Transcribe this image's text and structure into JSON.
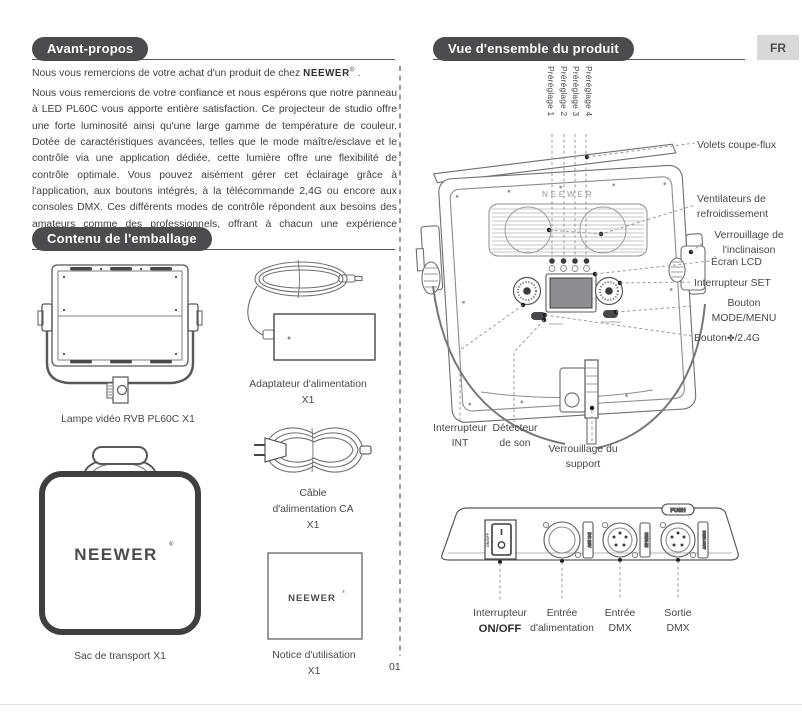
{
  "page": {
    "number": "01",
    "lang_badge": "FR"
  },
  "colors": {
    "header_pill": "#4c4c4e",
    "badge_bg": "#d9d9d9",
    "body_text": "#3e3e40",
    "line_art": "#6f6f71",
    "lcd_fill": "#8e8e90"
  },
  "left": {
    "section_foreword": {
      "title": "Avant-propos",
      "para1_prefix": "Nous vous remercions de votre achat d'un produit de chez",
      "brand": "NEEWER",
      "registered": "®",
      "para1_suffix": ".",
      "para2": "Nous vous remercions de votre confiance et nous espérons que notre panneau à LED PL60C vous apporte entière satisfaction. Ce projecteur de studio offre une forte luminosité ainsi qu'une large gamme de température de couleur. Dotée de caractéristiques avancées, telles que le mode maître/esclave et le contrôle via une application dédiée, cette lumière offre une flexibilité de contrôle optimale. Vous pouvez aisément gérer cet éclairage grâce à l'application, aux boutons intégrés, à la télécommande 2,4G ou encore aux consoles DMX. Ces différents modes de contrôle répondent aux besoins des amateurs comme des professionnels, offrant à chacun une expérience d'éclairage exceptionnelle."
    },
    "section_packing": {
      "title": "Contenu de l'emballage",
      "lamp_caption": "Lampe vidéo RVB PL60C X1",
      "adapter_caption": [
        "Adaptateur d'alimentation",
        "X1"
      ],
      "cable_caption": [
        "Câble",
        "d'alimentation CA",
        "X1"
      ],
      "bag_caption": "Sac de transport X1",
      "notice_caption": [
        "Notice d'utilisation",
        "X1"
      ],
      "bag_logo": "NEEWER",
      "notice_logo": "NEEWER",
      "registered": "®"
    }
  },
  "right": {
    "title": "Vue d'ensemble du produit",
    "back_logo": "NEEWER",
    "presets": [
      "Préréglage 1",
      "Préréglage 2",
      "Préréglage 3",
      "Préréglage 4"
    ],
    "labels": {
      "barn_doors": "Volets coupe-flux",
      "fans": [
        "Ventilateurs de",
        "refroidissement"
      ],
      "tilt_lock": [
        "Verrouillage de",
        "l'inclinaison"
      ],
      "lcd": "Écran LCD",
      "set_switch": "Interrupteur SET",
      "mode_button": [
        "Bouton",
        "MODE/MENU"
      ],
      "app_button_prefix": "Bouton",
      "app_button_icon": "✤",
      "app_button_suffix": "/2.4G",
      "int_switch": [
        "Interrupteur",
        "INT"
      ],
      "sound_sensor": [
        "Détecteur",
        "de son"
      ],
      "mount_lock": [
        "Verrouillage du",
        "support"
      ]
    },
    "bottom_panel": {
      "push_tag": "PUSH",
      "switch_tag": "ON/OFF",
      "dc_tag": "DC 20V",
      "dmx_in_tag": "DMX-IN",
      "dmx_out_tag": "DMX-OUT",
      "labels": [
        [
          "Interrupteur",
          "ON/OFF"
        ],
        [
          "Entrée",
          "d'alimentation"
        ],
        [
          "Entrée",
          "DMX"
        ],
        [
          "Sortie",
          "DMX"
        ]
      ]
    }
  }
}
